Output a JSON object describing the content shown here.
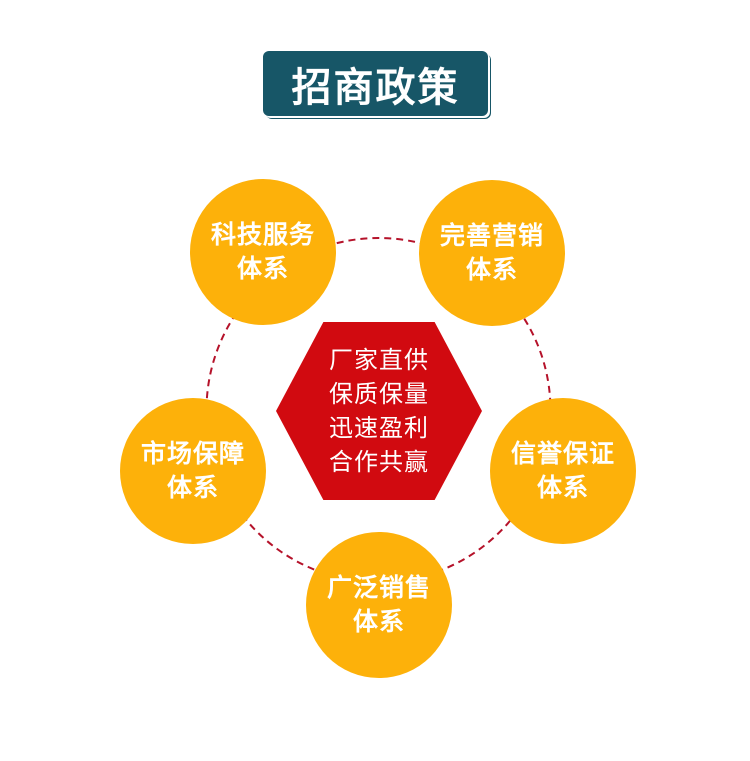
{
  "title": "招商政策",
  "colors": {
    "banner": "#175667",
    "hexagon": "#d10a10",
    "node": "#fdb10a",
    "ring_dash": "#b5122a"
  },
  "center": {
    "shape": "hexagon",
    "lines": [
      "厂家直供",
      "保质保量",
      "迅速盈利",
      "合作共赢"
    ]
  },
  "nodes": [
    {
      "line1": "科技服务",
      "line2": "体系",
      "position": "top-left"
    },
    {
      "line1": "完善营销",
      "line2": "体系",
      "position": "top-right"
    },
    {
      "line1": "市场保障",
      "line2": "体系",
      "position": "middle-left"
    },
    {
      "line1": "信誉保证",
      "line2": "体系",
      "position": "middle-right"
    },
    {
      "line1": "广泛销售",
      "line2": "体系",
      "position": "bottom"
    }
  ]
}
